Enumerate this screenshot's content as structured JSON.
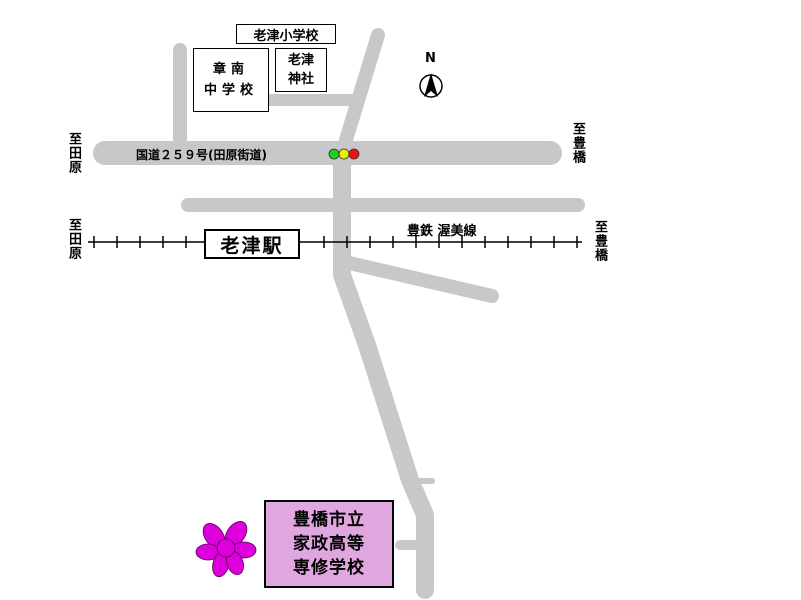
{
  "labels": {
    "oozu_elementary": "老津小学校",
    "shonan_middle": "章南\n中学校",
    "oozu_shrine": "老津\n神社",
    "north": "N",
    "route": "国道２５９号(田原街道)",
    "to_tahara_1": "至田原",
    "to_toyohashi_1": "至豊橋",
    "to_tahara_2": "至田原",
    "to_toyohashi_2": "至豊橋",
    "station": "老津駅",
    "railway": "豊鉄 渥美線",
    "school": "豊橋市立\n家政高等\n専修学校"
  },
  "colors": {
    "road": "#c8c8c8",
    "school_fill": "#dfa6df",
    "flower": "#dd00dd",
    "signal_green": "#22cc22",
    "signal_yellow": "#eeee00",
    "signal_red": "#ee1111"
  },
  "icons": {
    "compass": "north-arrow-icon",
    "signal": "traffic-light-icon",
    "flower": "flower-icon"
  }
}
